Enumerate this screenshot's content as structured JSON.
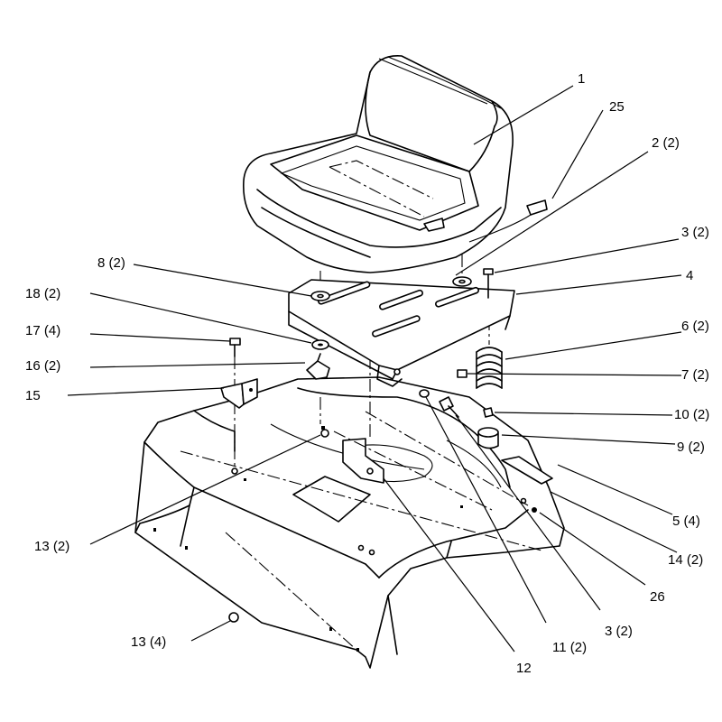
{
  "callouts": [
    {
      "id": "c1",
      "label": "1"
    },
    {
      "id": "c25",
      "label": "25"
    },
    {
      "id": "c2",
      "label": "2 (2)"
    },
    {
      "id": "c3a",
      "label": "3 (2)"
    },
    {
      "id": "c4",
      "label": "4"
    },
    {
      "id": "c8",
      "label": "8 (2)"
    },
    {
      "id": "c18",
      "label": "18 (2)"
    },
    {
      "id": "c17",
      "label": "17 (4)"
    },
    {
      "id": "c16",
      "label": "16 (2)"
    },
    {
      "id": "c15",
      "label": "15"
    },
    {
      "id": "c6",
      "label": "6 (2)"
    },
    {
      "id": "c7",
      "label": "7 (2)"
    },
    {
      "id": "c10",
      "label": "10 (2)"
    },
    {
      "id": "c9",
      "label": "9 (2)"
    },
    {
      "id": "c5",
      "label": "5 (4)"
    },
    {
      "id": "c14",
      "label": "14 (2)"
    },
    {
      "id": "c26",
      "label": "26"
    },
    {
      "id": "c13a",
      "label": "13 (2)"
    },
    {
      "id": "c13b",
      "label": "13 (4)"
    },
    {
      "id": "c12",
      "label": "12"
    },
    {
      "id": "c11",
      "label": "11 (2)"
    },
    {
      "id": "c3b",
      "label": "3 (2)"
    }
  ]
}
